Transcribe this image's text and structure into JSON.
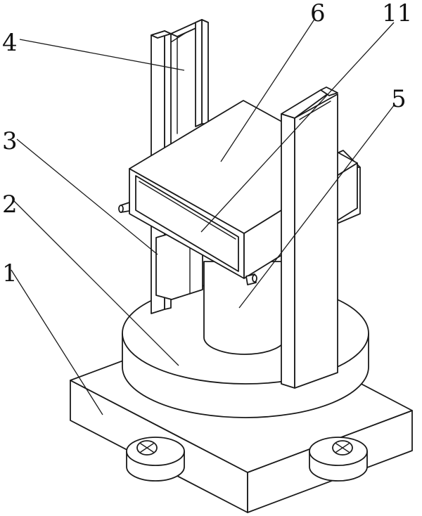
{
  "labels": {
    "l1": "1",
    "l2": "2",
    "l3": "3",
    "l4": "4",
    "l5": "5",
    "l6": "6",
    "l11": "11"
  },
  "colors": {
    "line": "#1a1a1a",
    "fill": "#ffffff"
  }
}
